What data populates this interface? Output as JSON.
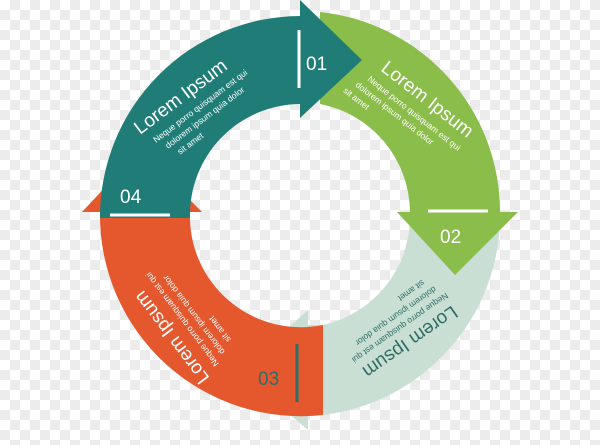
{
  "diagram": {
    "colors": {
      "teal": "#1f7c77",
      "green": "#8bbd4a",
      "mint": "#c9dfd4",
      "orange": "#e5582e",
      "white": "#ffffff",
      "dark_text": "#2f6d66"
    },
    "segments": [
      {
        "number": "01",
        "title": "Lorem Ipsum",
        "lines": [
          "Neque porro quisquam est qui",
          "dolorem ipsum quia dolor",
          "sit amet"
        ]
      },
      {
        "number": "02",
        "title": "Lorem Ipsum",
        "lines": [
          "Neque porro quisquam est qui",
          "dolorem ipsum quia dolor",
          "sit amet"
        ]
      },
      {
        "number": "03",
        "title": "Lorem Ipsum",
        "lines": [
          "Neque porro quisquam est qui",
          "dolorem ipsum quia dolor",
          "sit amet"
        ]
      },
      {
        "number": "04",
        "title": "Lorem Ipsum",
        "lines": [
          "Neque porro quisquam est qui",
          "dolorem ipsum quia dolor",
          "sit amet"
        ]
      }
    ]
  }
}
